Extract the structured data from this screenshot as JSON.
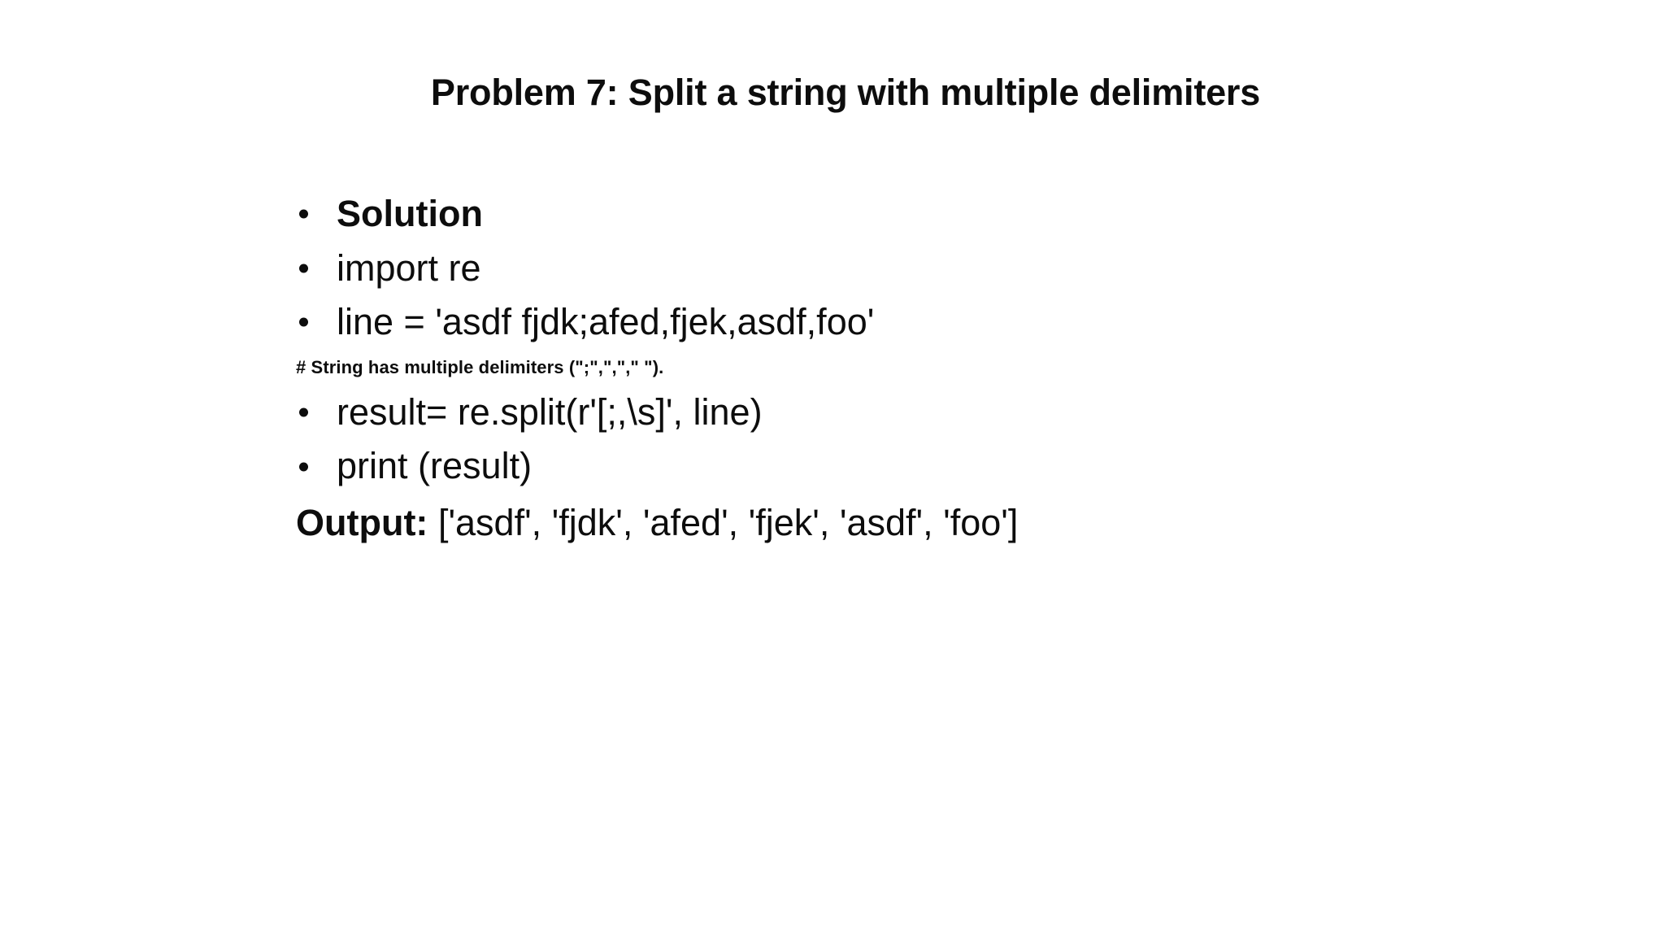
{
  "slide": {
    "title": "Problem 7: Split a string with multiple delimiters",
    "background_color": "#ffffff",
    "text_color": "#0d0d0d",
    "bullet_glyph": "•",
    "lines": [
      {
        "kind": "bullet",
        "bold": true,
        "text": "Solution"
      },
      {
        "kind": "bullet",
        "bold": false,
        "text": "import re"
      },
      {
        "kind": "bullet",
        "bold": false,
        "text": "line = 'asdf fjdk;afed,fjek,asdf,foo'"
      },
      {
        "kind": "comment",
        "bold": true,
        "text": "# String has multiple delimiters (\";\",\",\",\" \")."
      },
      {
        "kind": "bullet",
        "bold": false,
        "text": "result= re.split(r'[;,\\s]', line)"
      },
      {
        "kind": "bullet",
        "bold": false,
        "text": "print (result)"
      }
    ],
    "output": {
      "label": "Output:",
      "value": "['asdf', 'fjdk', 'afed', 'fjek', 'asdf', 'foo']"
    }
  }
}
